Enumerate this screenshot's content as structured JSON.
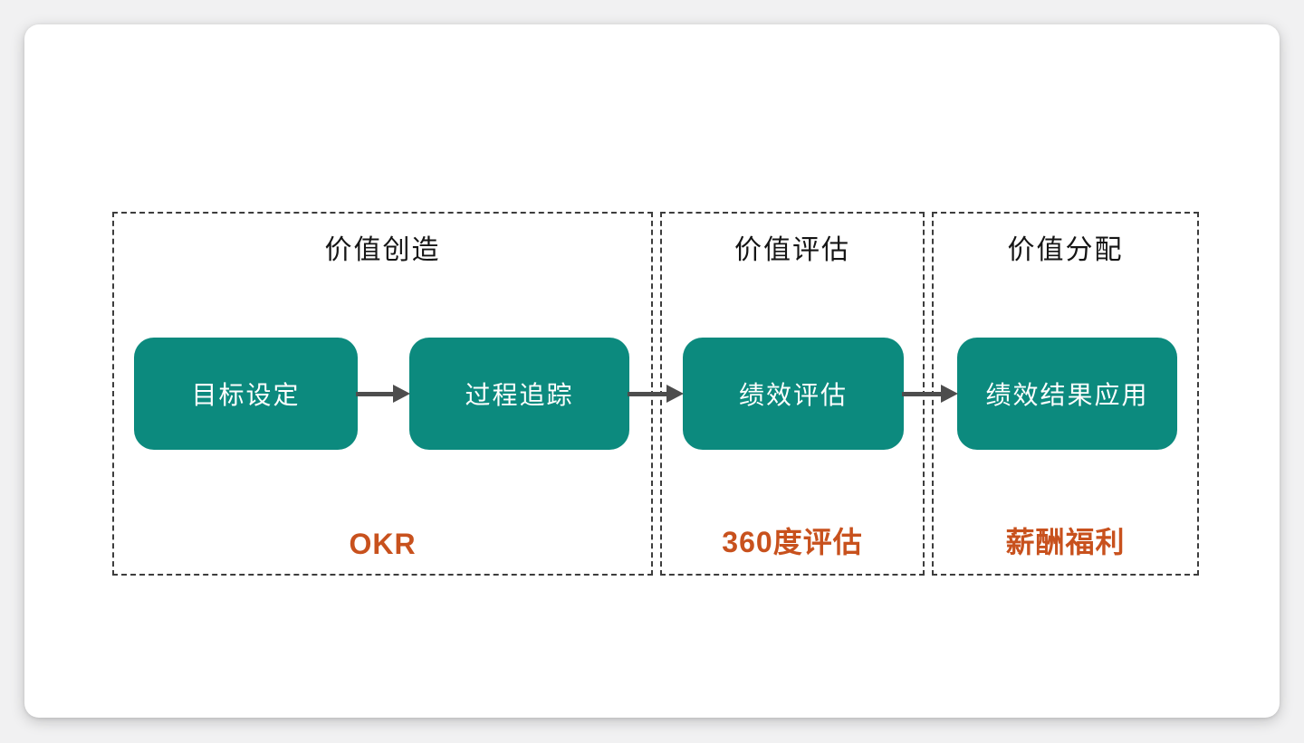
{
  "diagram": {
    "sections": [
      {
        "title": "价值创造",
        "label": "OKR"
      },
      {
        "title": "价值评估",
        "label": "360度评估"
      },
      {
        "title": "价值分配",
        "label": "薪酬福利"
      }
    ],
    "nodes": [
      {
        "text": "目标设定"
      },
      {
        "text": "过程追踪"
      },
      {
        "text": "绩效评估"
      },
      {
        "text": "绩效结果应用"
      }
    ],
    "flow": [
      "目标设定 → 过程追踪",
      "过程追踪 → 绩效评估",
      "绩效评估 → 绩效结果应用"
    ],
    "colors": {
      "page_background": "#f1f1f2",
      "card_background": "#ffffff",
      "node_fill": "#0c8a7e",
      "node_text": "#ffffff",
      "section_border": "#3d3d3d",
      "section_title_text": "#151515",
      "label_accent": "#c8511d",
      "arrow": "#4d4d4d"
    }
  }
}
